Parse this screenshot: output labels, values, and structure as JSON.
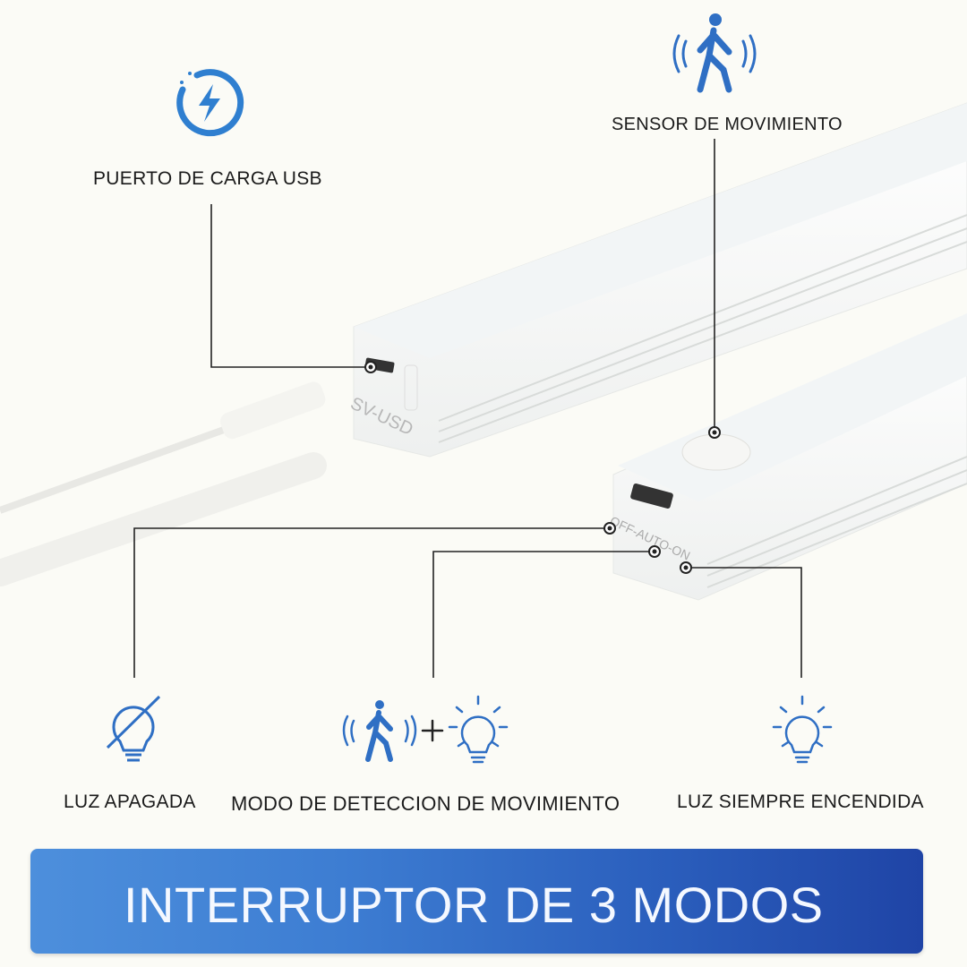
{
  "labels": {
    "usb_port": "PUERTO DE CARGA USB",
    "motion_sensor": "SENSOR DE MOVIMIENTO",
    "light_off": "LUZ APAGADA",
    "motion_mode": "MODO DE DETECCION DE MOVIMIENTO",
    "always_on": "LUZ SIEMPRE ENCENDIDA"
  },
  "product_markings": {
    "port_label": "SV-USD",
    "switch_label": "OFF-AUTO-ON"
  },
  "banner": {
    "title": "INTERRUPTOR DE 3 MODOS"
  },
  "icons": [
    "charging-icon",
    "walking-person-icon",
    "bulb-off-icon",
    "motion-plus-bulb-icon",
    "bulb-on-icon"
  ],
  "colors": {
    "accent": "#2f6fc4",
    "banner_start": "#4d8fdc",
    "banner_end": "#1f44a6"
  }
}
